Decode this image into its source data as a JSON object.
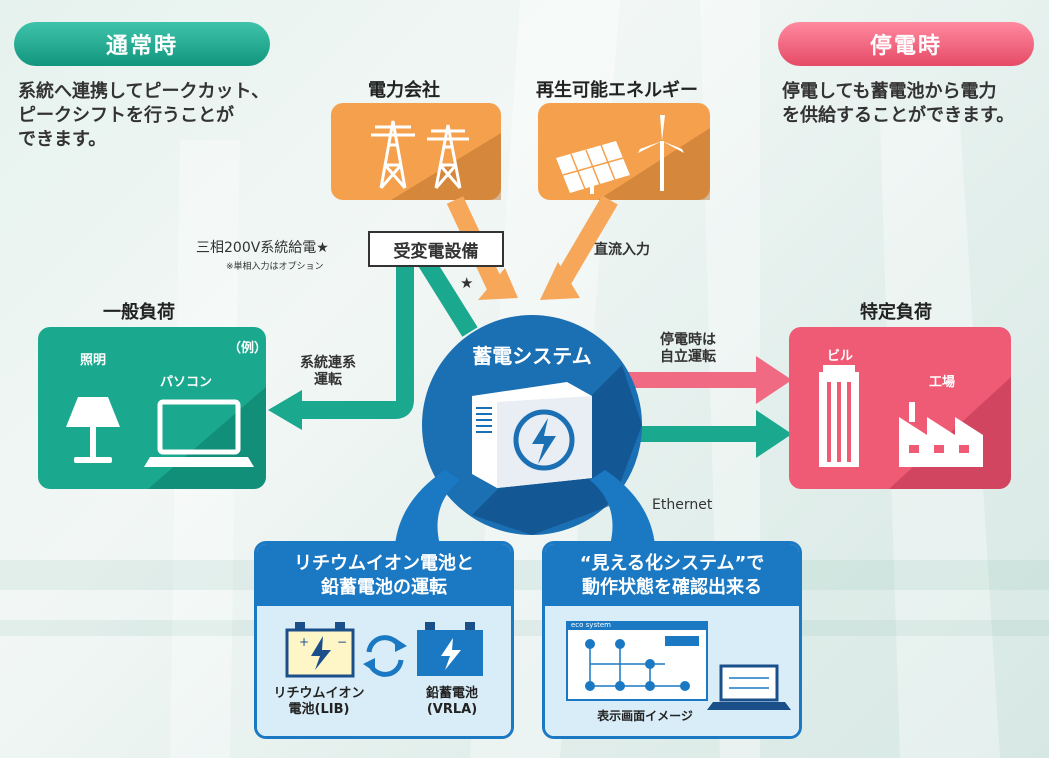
{
  "normal": {
    "title": "通常時",
    "desc": [
      "系統へ連携してピークカット、",
      "ピークシフトを行うことが",
      "できます。"
    ]
  },
  "outage": {
    "title": "停電時",
    "desc": [
      "停電しても蓄電池から電力",
      "を供給することができます。"
    ]
  },
  "power_company": {
    "label": "電力会社"
  },
  "renewable": {
    "label": "再生可能エネルギー"
  },
  "substation": {
    "label": "受変電設備"
  },
  "star": "★",
  "three_phase": {
    "text": "三相200V系統給電★",
    "note": "※単相入力はオプション"
  },
  "dc_input": "直流入力",
  "general_load": {
    "label": "一般負荷",
    "example": "（例）",
    "lighting": "照明",
    "pc": "パソコン"
  },
  "grid_link": [
    "系統連系",
    "運転"
  ],
  "storage": {
    "label": "蓄電システム"
  },
  "outage_run": [
    "停電時は",
    "自立運転"
  ],
  "specific_load": {
    "label": "特定負荷",
    "building": "ビル",
    "factory": "工場"
  },
  "ethernet": "Ethernet",
  "battery_panel": {
    "title": [
      "リチウムイオン電池と",
      "鉛蓄電池の運転"
    ],
    "lib": [
      "リチウムイオン",
      "電池(LIB)"
    ],
    "vrla": [
      "鉛蓄電池",
      "(VRLA)"
    ]
  },
  "monitor_panel": {
    "title": [
      "“見える化システム”で",
      "動作状態を確認出来る"
    ],
    "screen_label": "eco system",
    "caption": "表示画面イメージ"
  },
  "colors": {
    "green": "#1aa88e",
    "pink": "#ef5a74",
    "orange": "#f4a04c",
    "blue": "#1b6fb3"
  }
}
